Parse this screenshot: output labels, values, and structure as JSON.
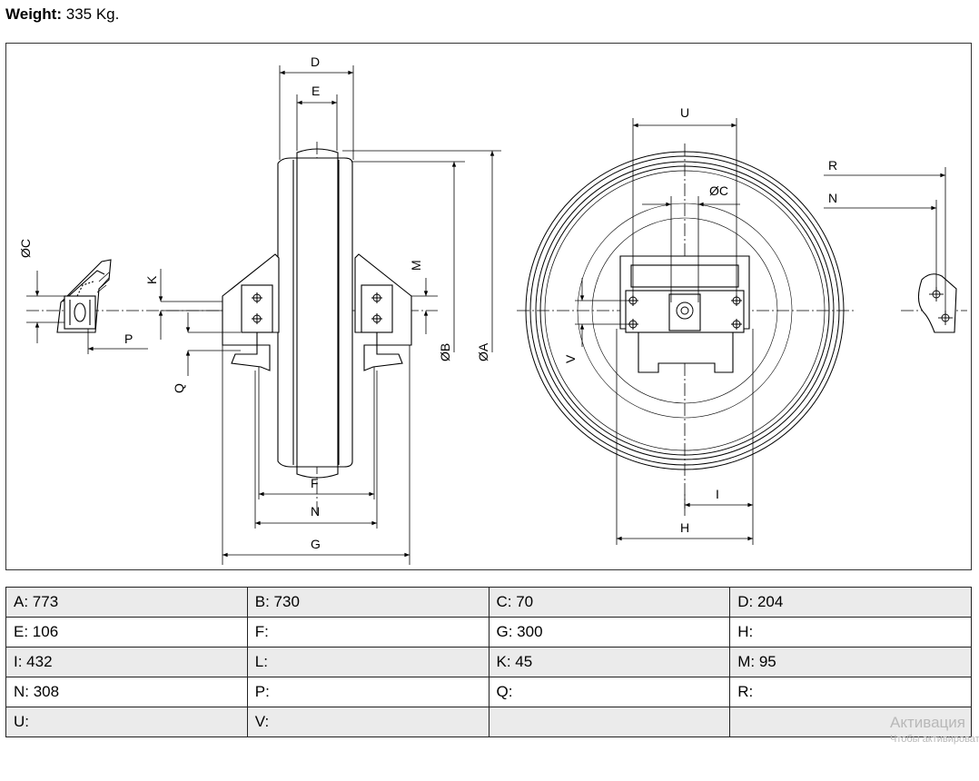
{
  "header": {
    "weight_label": "Weight:",
    "weight_value": "335 Kg."
  },
  "drawing_labels": {
    "D": "D",
    "E": "E",
    "U": "U",
    "R": "R",
    "N": "N",
    "OC": "ØC",
    "M": "M",
    "K": "K",
    "P": "P",
    "Q": "Q",
    "OB": "ØB",
    "OA": "ØA",
    "V": "V",
    "F": "F",
    "G": "G",
    "I": "I",
    "H": "H"
  },
  "specs": {
    "rows": [
      [
        "A: 773",
        "B: 730",
        "C: 70",
        "D: 204"
      ],
      [
        "E: 106",
        "F:",
        "G: 300",
        "H:"
      ],
      [
        "I: 432",
        "L:",
        "K: 45",
        "M: 95"
      ],
      [
        "N: 308",
        "P:",
        "Q:",
        "R:"
      ],
      [
        "U:",
        "V:",
        "",
        ""
      ]
    ]
  },
  "watermark": {
    "line1": "Активация",
    "line2": "Чтобы активировать"
  }
}
